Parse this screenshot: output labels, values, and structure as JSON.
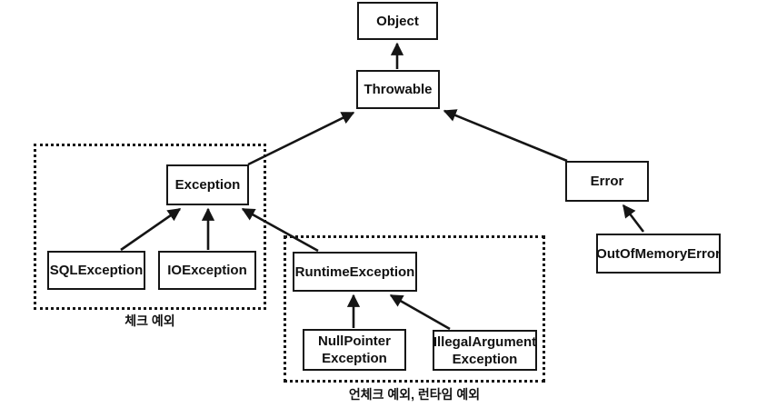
{
  "diagram": {
    "type": "class-hierarchy",
    "background_color": "#ffffff",
    "line_color": "#151515",
    "nodes": {
      "object": {
        "label": "Object"
      },
      "throwable": {
        "label": "Throwable"
      },
      "exception": {
        "label": "Exception"
      },
      "sql_exception": {
        "label": "SQLException"
      },
      "io_exception": {
        "label": "IOException"
      },
      "runtime_exception": {
        "label": "RuntimeException"
      },
      "null_pointer_exception": {
        "label": "NullPointer\nException"
      },
      "illegal_argument_exception": {
        "label": "IllegalArgument\nException"
      },
      "error": {
        "label": "Error"
      },
      "out_of_memory_error": {
        "label": "OutOfMemoryError"
      }
    },
    "groups": {
      "checked_exceptions": {
        "label": "체크 예외"
      },
      "unchecked_exceptions": {
        "label": "언체크 예외, 런타임 예외"
      }
    },
    "edges": [
      {
        "from": "Throwable",
        "to": "Object"
      },
      {
        "from": "Exception",
        "to": "Throwable"
      },
      {
        "from": "Error",
        "to": "Throwable"
      },
      {
        "from": "SQLException",
        "to": "Exception"
      },
      {
        "from": "IOException",
        "to": "Exception"
      },
      {
        "from": "RuntimeException",
        "to": "Exception"
      },
      {
        "from": "NullPointerException",
        "to": "RuntimeException"
      },
      {
        "from": "IllegalArgumentException",
        "to": "RuntimeException"
      },
      {
        "from": "OutOfMemoryError",
        "to": "Error"
      }
    ]
  }
}
